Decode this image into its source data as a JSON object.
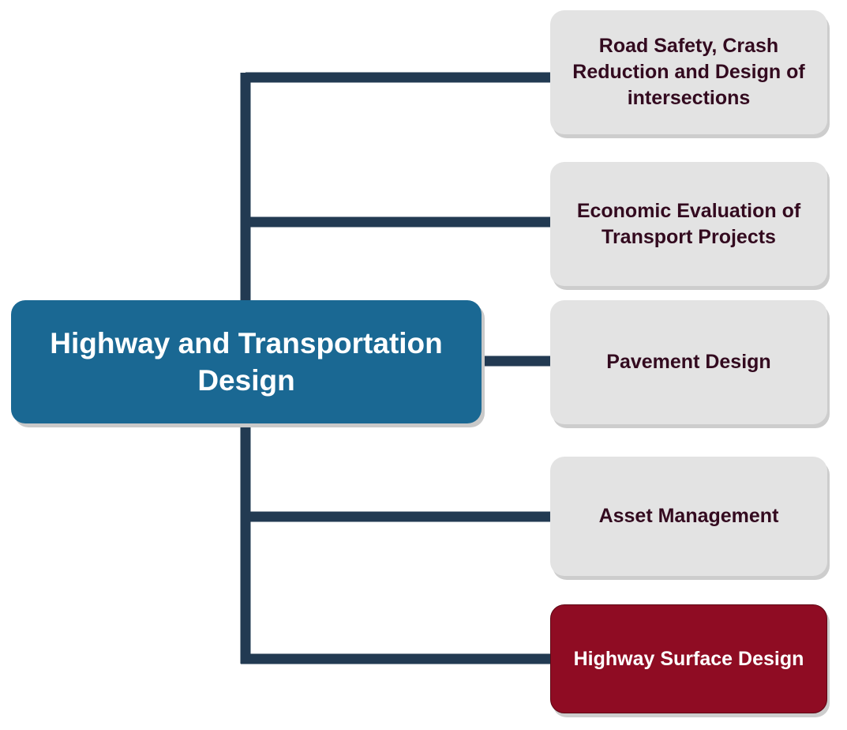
{
  "diagram": {
    "root": {
      "label": "Highway and Transportation Design",
      "color": "#1a6893"
    },
    "children": [
      {
        "label": "Road Safety, Crash Reduction and Design of intersections",
        "highlighted": false
      },
      {
        "label": "Economic Evaluation of Transport Projects",
        "highlighted": false
      },
      {
        "label": "Pavement Design",
        "highlighted": false
      },
      {
        "label": "Asset Management",
        "highlighted": false
      },
      {
        "label": "Highway Surface Design",
        "highlighted": true
      }
    ],
    "colors": {
      "connector": "#223a52",
      "child_fill": "#e3e3e3",
      "child_text": "#330a1f",
      "highlight_fill": "#8f0c23",
      "highlight_text": "#ffffff"
    }
  }
}
